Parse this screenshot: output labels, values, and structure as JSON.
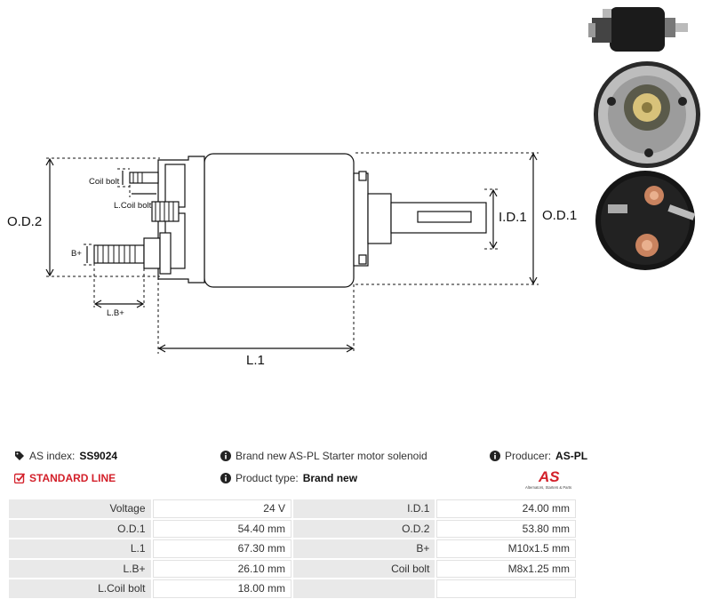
{
  "drawing": {
    "labels": {
      "od2": "O.D.2",
      "od1": "O.D.1",
      "id1": "I.D.1",
      "l1": "L.1",
      "coil_bolt": "Coil bolt",
      "l_coil_bolt": "L.Coil bolt",
      "b_plus": "B+",
      "lb_plus": "L.B+"
    }
  },
  "photos": [
    "solenoid-side-view",
    "solenoid-front-view",
    "solenoid-terminal-view"
  ],
  "info": {
    "as_index_label": "AS index:",
    "as_index_value": "SS9024",
    "standard_line": "STANDARD LINE",
    "description": "Brand new AS-PL Starter motor solenoid",
    "product_type_label": "Product type:",
    "product_type_value": "Brand new",
    "producer_label": "Producer:",
    "producer_value": "AS-PL",
    "logo_text": "AS",
    "logo_tagline": "Alternators, Starters & Parts"
  },
  "colors": {
    "accent_red": "#d3202a",
    "label_bg": "#e9e9e9"
  },
  "specs": [
    {
      "l1": "Voltage",
      "v1": "24 V",
      "l2": "I.D.1",
      "v2": "24.00 mm"
    },
    {
      "l1": "O.D.1",
      "v1": "54.40 mm",
      "l2": "O.D.2",
      "v2": "53.80 mm"
    },
    {
      "l1": "L.1",
      "v1": "67.30 mm",
      "l2": "B+",
      "v2": "M10x1.5 mm"
    },
    {
      "l1": "L.B+",
      "v1": "26.10 mm",
      "l2": "Coil bolt",
      "v2": "M8x1.25 mm"
    },
    {
      "l1": "L.Coil bolt",
      "v1": "18.00 mm",
      "l2": "",
      "v2": ""
    }
  ]
}
